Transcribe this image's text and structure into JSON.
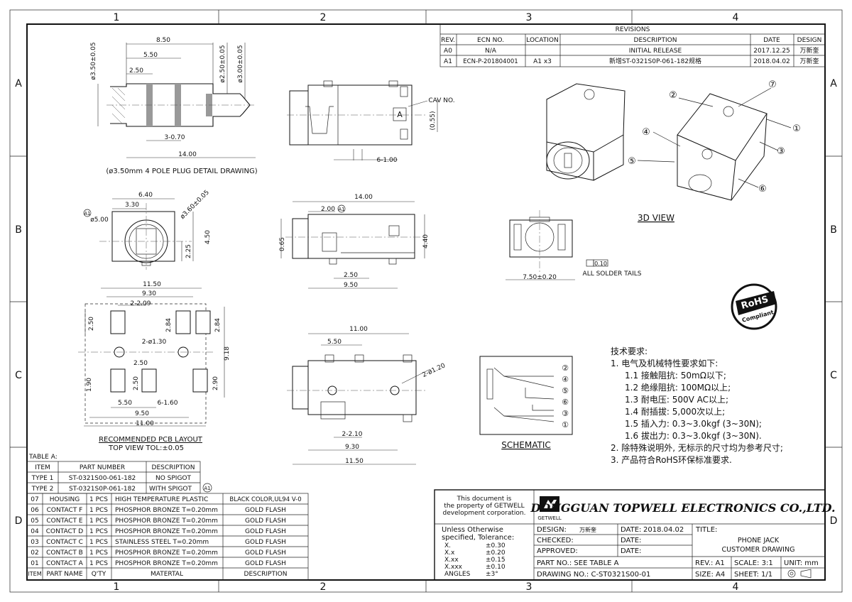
{
  "frame": {
    "cols": [
      "1",
      "2",
      "3",
      "4"
    ],
    "rows": [
      "A",
      "B",
      "C",
      "D"
    ]
  },
  "revisions": {
    "title": "REVISIONS",
    "headers": [
      "REV.",
      "ECN NO.",
      "LOCATION",
      "DESCRIPTION",
      "DATE",
      "DESIGN"
    ],
    "rows": [
      {
        "rev": "A0",
        "ecn": "N/A",
        "location": "",
        "description": "INITIAL RELEASE",
        "date": "2017.12.25",
        "design": "万新奎"
      },
      {
        "rev": "A1",
        "ecn": "ECN-P-201804001",
        "location": "A1 x3",
        "description": "新增ST-0321S0P-061-182规格",
        "date": "2018.04.02",
        "design": "万新奎"
      }
    ]
  },
  "plug": {
    "dims": [
      "8.50",
      "5.50",
      "2.50",
      "ø3.50±0.05",
      "ø2.50±0.05",
      "ø3.00±0.05",
      "3-0.70",
      "14.00"
    ],
    "caption": "(ø3.50mm 4 POLE PLUG DETAIL DRAWING)"
  },
  "side_view": {
    "dims": [
      "CAV NO.",
      "(0.55)",
      "6-1.00"
    ],
    "cav": "A"
  },
  "front_view": {
    "dims": [
      "6.40",
      "3.30",
      "A1",
      "ø5.00",
      "ø3.60±0.05",
      "2.25",
      "4.50"
    ]
  },
  "top_view": {
    "dims": [
      "14.00",
      "2.00",
      "A1",
      "0.65",
      "4.40",
      "2.50",
      "9.50"
    ]
  },
  "small_view": {
    "dims": [
      "0.10",
      "7.50±0.20"
    ],
    "note": "ALL SOLDER TAILS"
  },
  "view3d": {
    "label": "3D VIEW",
    "callouts": [
      "①",
      "②",
      "③",
      "④",
      "⑤",
      "⑥",
      "⑦"
    ]
  },
  "pcb": {
    "dims": [
      "11.50",
      "9.30",
      "2-2.09",
      "2.50",
      "2.84",
      "2.84",
      "2-ø1.30",
      "9.18",
      "2.50",
      "1.90",
      "2.50",
      "2.90",
      "5.50",
      "6-1.60",
      "9.50",
      "11.00"
    ],
    "caption1": "RECOMMENDED PCB LAYOUT",
    "caption2": "TOP VIEW TOL:±0.05"
  },
  "bottom_view": {
    "dims": [
      "11.00",
      "5.50",
      "2-ø1.20",
      "2-2.10",
      "9.30",
      "11.50"
    ]
  },
  "schematic": {
    "label": "SCHEMATIC",
    "pins": [
      "②",
      "④",
      "⑤",
      "⑥",
      "③",
      "①"
    ]
  },
  "rohs": {
    "line1": "RoHS",
    "line2": "Compliant"
  },
  "requirements": {
    "title": "技术要求:",
    "items": [
      "1.  电气及机械特性要求如下:",
      "1.1  接触阻抗: 50mΩ以下;",
      "1.2  绝缘阻抗: 100MΩ以上;",
      "1.3  耐电压: 500V  AC以上;",
      "1.4  耐插拔: 5,000次以上;",
      "1.5  插入力: 0.3~3.0kgf (3~30N);",
      "1.6  拔出力: 0.3~3.0kgf (3~30N).",
      "2.  除特殊说明外, 无标示的尺寸均为参考尺寸;",
      "3.  产品符合RoHS环保标准要求."
    ]
  },
  "table_a": {
    "title": "TABLE A:",
    "headers": [
      "ITEM",
      "PART NUMBER",
      "DESCRIPTION"
    ],
    "rows": [
      {
        "item": "TYPE 1",
        "pn": "ST-0321S00-061-182",
        "desc": "NO SPIGOT"
      },
      {
        "item": "TYPE 2",
        "pn": "ST-0321S0P-061-182",
        "desc": "WITH SPIGOT"
      }
    ],
    "rev_mark": "A1"
  },
  "bom": {
    "headers": [
      "ITEM",
      "PART NAME",
      "Q'TY",
      "MATERTAL",
      "DESCRIPTION"
    ],
    "rows": [
      {
        "item": "07",
        "name": "HOUSING",
        "qty": "1 PCS",
        "mat": "HIGH TEMPERATURE PLASTIC",
        "desc": "BLACK COLOR,UL94 V-0"
      },
      {
        "item": "06",
        "name": "CONTACT F",
        "qty": "1 PCS",
        "mat": "PHOSPHOR BRONZE  T=0.20mm",
        "desc": "GOLD FLASH"
      },
      {
        "item": "05",
        "name": "CONTACT E",
        "qty": "1 PCS",
        "mat": "PHOSPHOR BRONZE  T=0.20mm",
        "desc": "GOLD FLASH"
      },
      {
        "item": "04",
        "name": "CONTACT D",
        "qty": "1 PCS",
        "mat": "PHOSPHOR BRONZE  T=0.20mm",
        "desc": "GOLD FLASH"
      },
      {
        "item": "03",
        "name": "CONTACT C",
        "qty": "1 PCS",
        "mat": "STAINLESS STEEL    T=0.20mm",
        "desc": "GOLD FLASH"
      },
      {
        "item": "02",
        "name": "CONTACT B",
        "qty": "1 PCS",
        "mat": "PHOSPHOR BRONZE  T=0.20mm",
        "desc": "GOLD FLASH"
      },
      {
        "item": "01",
        "name": "CONTACT A",
        "qty": "1 PCS",
        "mat": "PHOSPHOR BRONZE  T=0.20mm",
        "desc": "GOLD FLASH"
      }
    ]
  },
  "title_block": {
    "property_note": [
      "This document is",
      "the property of GETWELL",
      "development corporation."
    ],
    "logo_sub": "GETWELL",
    "company": "DONGGUAN TOPWELL ELECTRONICS CO.,LTD.",
    "tolerance_title": [
      "Unless Otherwise",
      "specified, Tolerance:"
    ],
    "tolerances": [
      {
        "k": "X.",
        "v": "±0.30"
      },
      {
        "k": "X.x",
        "v": "±0.20"
      },
      {
        "k": "X.xx",
        "v": "±0.15"
      },
      {
        "k": "X.xxx",
        "v": "±0.10"
      },
      {
        "k": "ANGLES",
        "v": "±3°"
      }
    ],
    "design_label": "DESIGN:",
    "design_value": "万新奎",
    "checked_label": "CHECKED:",
    "approved_label": "APPROVED:",
    "date_label": "DATE:",
    "date_value": "2018.04.02",
    "part_no": "PART NO.: SEE TABLE A",
    "drawing_no": "DRAWING NO.: C-ST0321S00-01",
    "title_label": "TITLE:",
    "title_line1": "PHONE JACK",
    "title_line2": "CUSTOMER DRAWING",
    "rev": "REV.: A1",
    "scale": "SCALE: 3:1",
    "unit": "UNIT: mm",
    "size": "SIZE: A4",
    "sheet": "SHEET: 1/1"
  }
}
